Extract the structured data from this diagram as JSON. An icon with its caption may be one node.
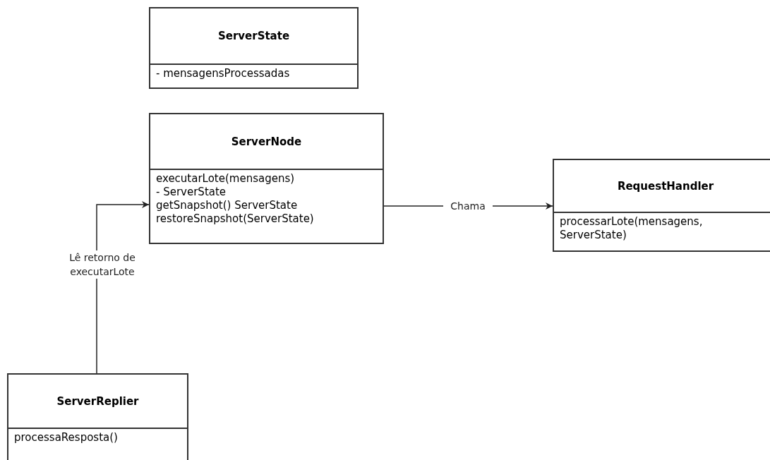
{
  "diagram": {
    "nodes": [
      {
        "text": [
          "ServerState",
          "- mensagensProcessadas"
        ]
      },
      {
        "text": [
          "ServerNode",
          "executarLote(mensagens)",
          "- ServerState",
          "getSnapshot() ServerState",
          "restoreSnapshot(ServerState)"
        ]
      },
      {
        "text": [
          "RequestHandler",
          "processarLote(mensagens, ServerState)"
        ]
      },
      {
        "text": [
          "ServerReplier",
          "processaResposta()"
        ]
      }
    ],
    "edges": [
      {
        "from": 1,
        "to": 2,
        "arrow": "to",
        "label": "Chama"
      },
      {
        "from": 3,
        "to": 1,
        "arrow": "to",
        "label": "Lê retorno de executarLote"
      }
    ]
  }
}
